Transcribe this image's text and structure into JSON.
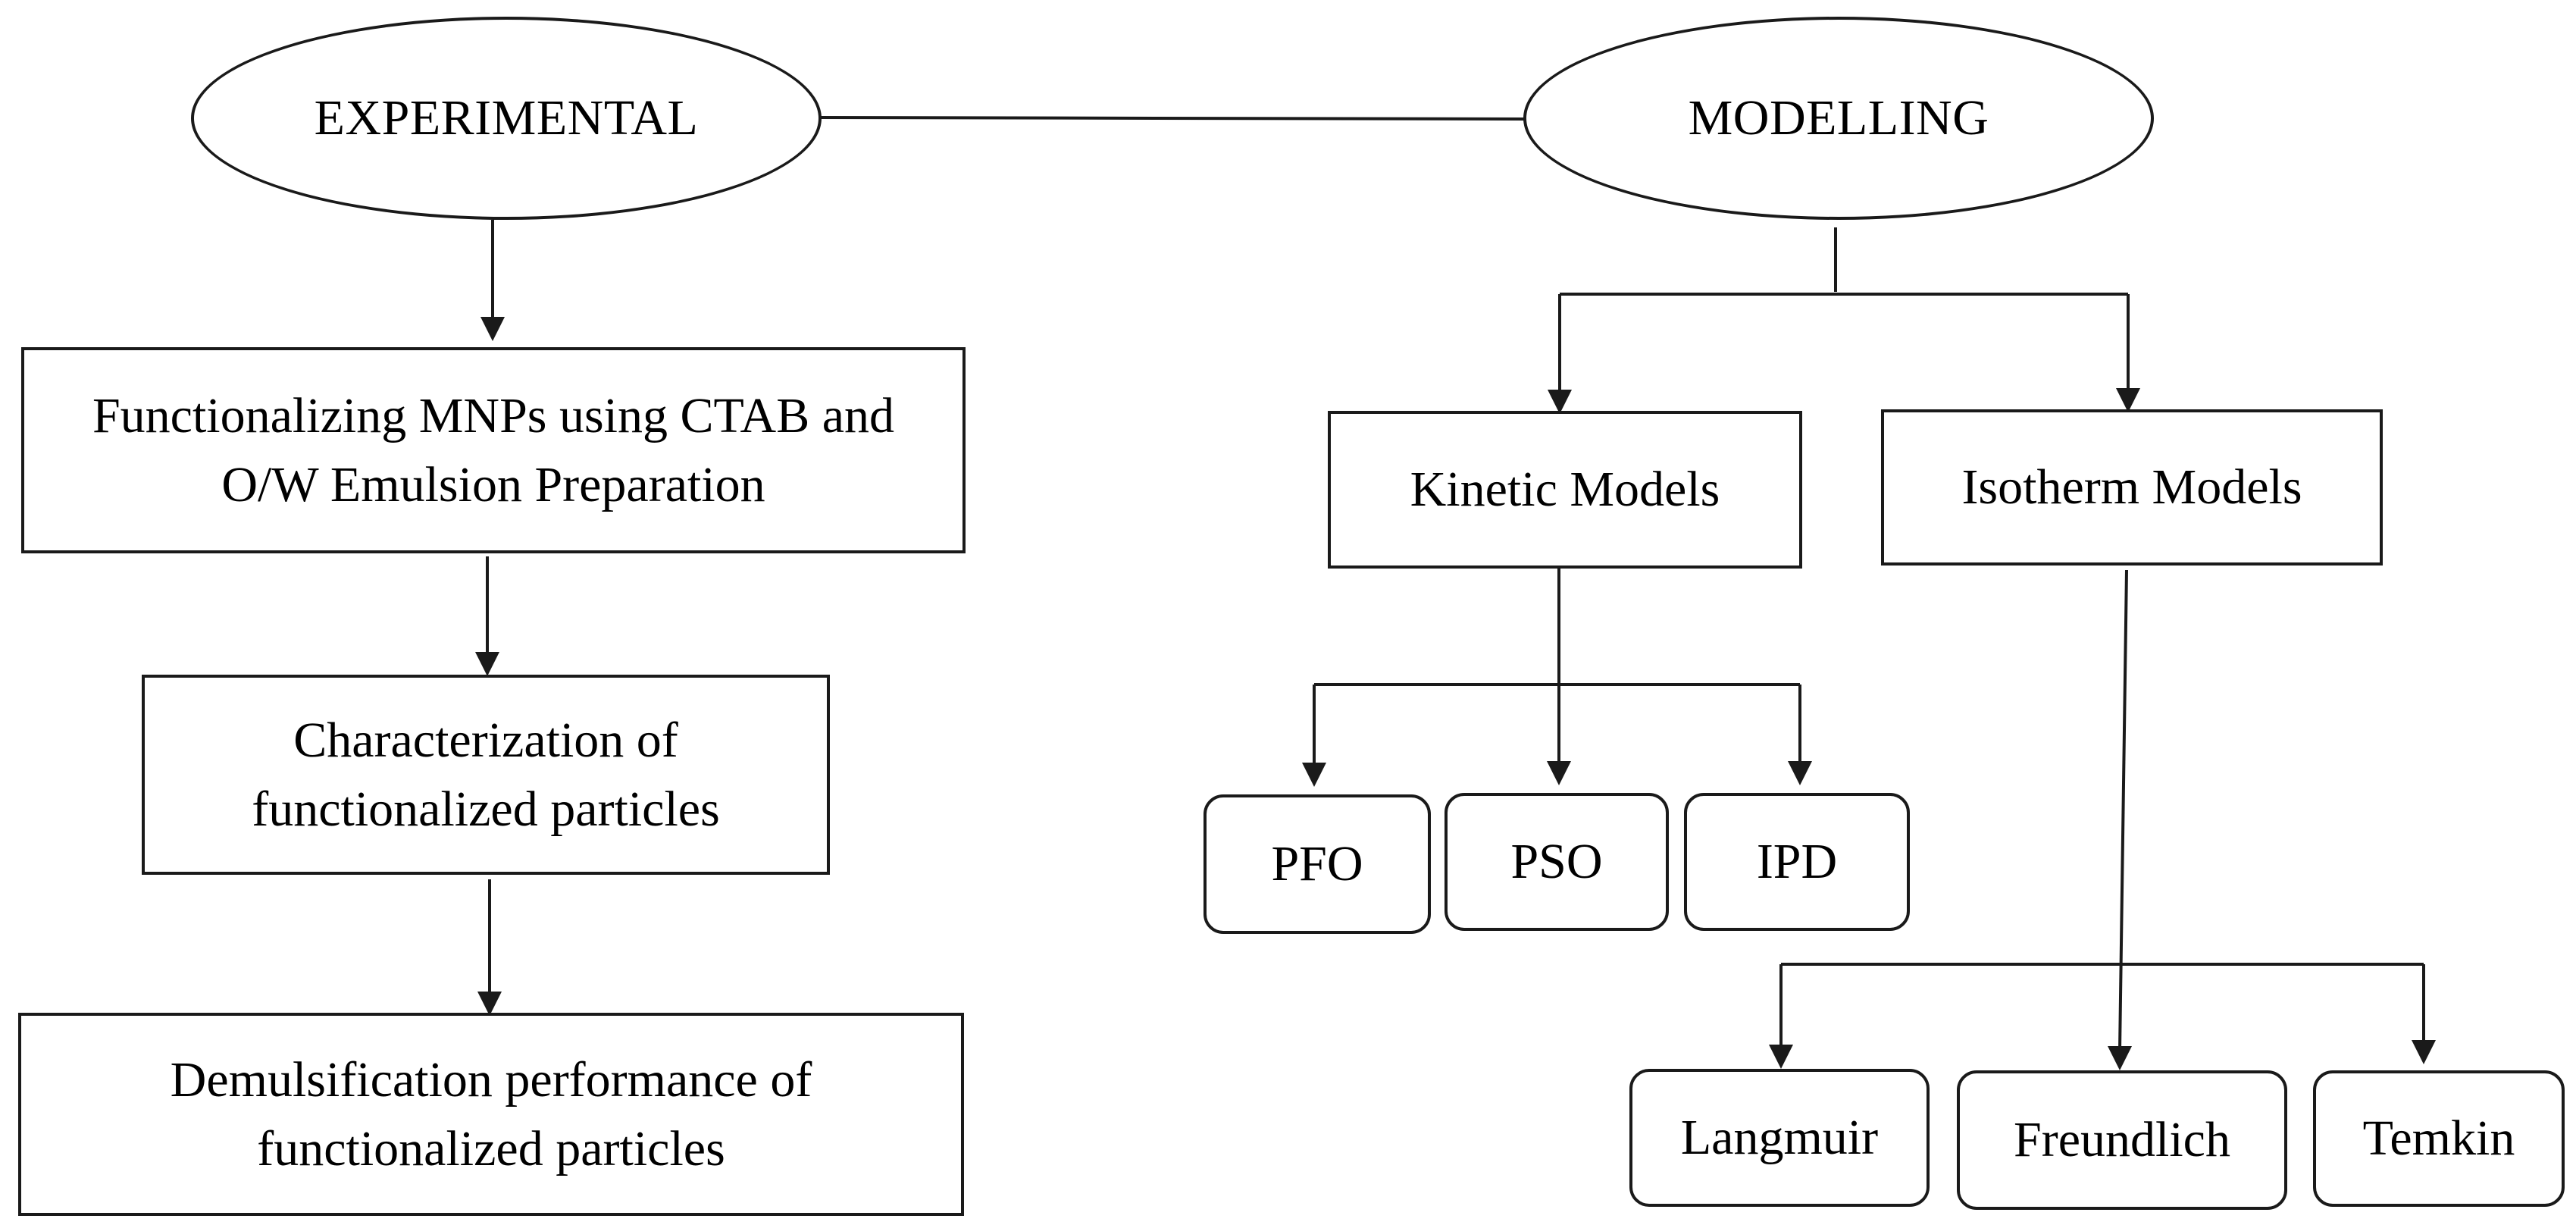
{
  "diagram": {
    "experimental": {
      "title": "EXPERIMENTAL",
      "steps": [
        "Functionalizing MNPs using CTAB and O/W Emulsion Preparation",
        "Characterization of functionalized particles",
        "Demulsification performance of functionalized particles"
      ]
    },
    "modelling": {
      "title": "MODELLING",
      "kinetic": {
        "label": "Kinetic Models",
        "models": [
          "PFO",
          "PSO",
          "IPD"
        ]
      },
      "isotherm": {
        "label": "Isotherm Models",
        "models": [
          "Langmuir",
          "Freundlich",
          "Temkin"
        ]
      }
    }
  },
  "colors": {
    "line": "#1a1a1a",
    "background": "#ffffff"
  }
}
